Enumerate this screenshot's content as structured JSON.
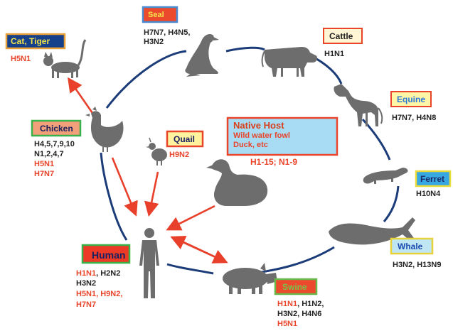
{
  "colors": {
    "cycle": "#1b3c78",
    "arrow": "#e8402a",
    "silhouette": "#6d6d6d",
    "red_text": "#e8452a",
    "dark_text": "#222222"
  },
  "nodes": {
    "cat": {
      "title": "Cat, Tiger",
      "subtypes": [
        "H5N1"
      ],
      "icon": "cat-icon"
    },
    "seal": {
      "title": "Seal",
      "subtypes": [
        "H7N7, H4N5,",
        "H3N2"
      ],
      "icon": "seal-icon"
    },
    "cattle": {
      "title": "Cattle",
      "subtypes": [
        "H1N1"
      ],
      "icon": "cow-icon"
    },
    "equine": {
      "title": "Equine",
      "subtypes": [
        "H7N7, H4N8"
      ],
      "icon": "horse-icon"
    },
    "ferret": {
      "title": "Ferret",
      "subtypes": [
        "H10N4"
      ],
      "icon": "ferret-icon"
    },
    "whale": {
      "title": "Whale",
      "subtypes": [
        "H3N2, H13N9"
      ],
      "icon": "whale-icon"
    },
    "swine": {
      "title": "Swine",
      "subtypes_dark_1a": "H1N1",
      "subtypes_dark_1b": ", H1N2,",
      "line2": "H3N2, H4N6",
      "line3": "H5N1",
      "icon": "pig-icon"
    },
    "human": {
      "title": "Human",
      "line1a": "H1N1",
      "line1b": ", H2N2",
      "line2": "H3N2",
      "line3": "H5N1, H9N2,",
      "line4": "H7N7",
      "icon": "human-icon"
    },
    "chicken": {
      "title": "Chicken",
      "line1": "H4,5,7,9,10",
      "line2": "N1,2,4,7",
      "line3": "H5N1",
      "line4": "H7N7",
      "icon": "chicken-icon"
    },
    "quail": {
      "title": "Quail",
      "subtypes": [
        "H9N2"
      ],
      "icon": "quail-icon"
    },
    "native": {
      "title": "Native Host",
      "line1": "Wild water fowl",
      "line2": "Duck, etc",
      "line3": "H1-15; N1-9",
      "icon": "duck-icon"
    }
  }
}
